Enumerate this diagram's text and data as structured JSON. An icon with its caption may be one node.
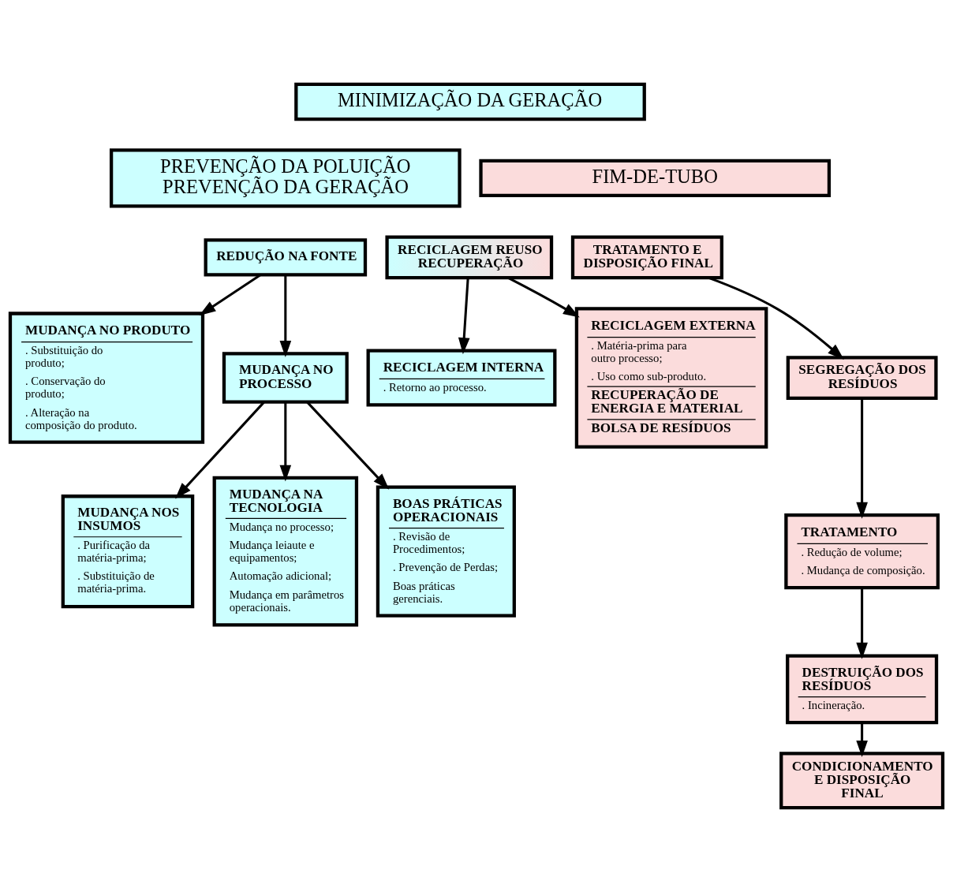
{
  "diagram": {
    "nodes": [
      {
        "text": [
          "MINIMIZAÇÃO DA GERAÇÃO"
        ]
      },
      {
        "text": [
          "PREVENÇÃO DA POLUIÇÃO",
          "PREVENÇÃO DA GERAÇÃO"
        ]
      },
      {
        "text": [
          "FIM-DE-TUBO"
        ]
      },
      {
        "text": [
          "REDUÇÃO NA FONTE"
        ]
      },
      {
        "text": [
          "RECICLAGEM REUSO RECUPERAÇÃO"
        ]
      },
      {
        "text": [
          "TRATAMENTO E DISPOSIÇÃO FINAL"
        ]
      },
      {
        "text": [
          "MUDANÇA NO PRODUTO",
          ". Substituição do produto;",
          ". Conservação do produto;",
          ". Alteração na composição do produto."
        ]
      },
      {
        "text": [
          "MUDANÇA NO PROCESSO"
        ]
      },
      {
        "text": [
          "RECICLAGEM INTERNA",
          ". Retorno ao processo."
        ]
      },
      {
        "text": [
          "RECICLAGEM EXTERNA",
          ". Matéria-prima para outro processo;",
          ". Uso como sub-produto.",
          "RECUPERAÇÃO DE ENERGIA E MATERIAL",
          "BOLSA DE RESÍDUOS"
        ]
      },
      {
        "text": [
          "SEGREGAÇÃO DOS RESÍDUOS"
        ]
      },
      {
        "text": [
          "TRATAMENTO",
          ". Redução de volume;",
          ". Mudança de composição."
        ]
      },
      {
        "text": [
          "DESTRUIÇÃO DOS RESÍDUOS",
          ". Incineração."
        ]
      },
      {
        "text": [
          "CONDICIONAMENTO E DISPOSIÇÃO FINAL"
        ]
      },
      {
        "text": [
          "MUDANÇA NOS INSUMOS",
          ". Purificação da matéria-prima;",
          ". Substituição de matéria-prima."
        ]
      },
      {
        "text": [
          "MUDANÇA NA TECNOLOGIA",
          "Mudança no processo;",
          "Mudança leiaute e equipamentos;",
          "Automação adicional;",
          "Mudança em parâmetros operacionais."
        ]
      },
      {
        "text": [
          "BOAS PRÁTICAS OPERACIONAIS",
          ". Revisão de Procedimentos;",
          ". Prevenção de Perdas;",
          "Boas práticas gerenciais."
        ]
      }
    ],
    "edges": [
      {
        "from": 3,
        "to": 6,
        "arrow": "to"
      },
      {
        "from": 3,
        "to": 7,
        "arrow": "to"
      },
      {
        "from": 4,
        "to": 8,
        "arrow": "to"
      },
      {
        "from": 4,
        "to": 9,
        "arrow": "to"
      },
      {
        "from": 5,
        "to": 10,
        "arrow": "to"
      },
      {
        "from": 10,
        "to": 11,
        "arrow": "to"
      },
      {
        "from": 11,
        "to": 12,
        "arrow": "to"
      },
      {
        "from": 12,
        "to": 13,
        "arrow": "to"
      },
      {
        "from": 7,
        "to": 14,
        "arrow": "to"
      },
      {
        "from": 7,
        "to": 15,
        "arrow": "to"
      },
      {
        "from": 7,
        "to": 16,
        "arrow": "to"
      }
    ]
  }
}
